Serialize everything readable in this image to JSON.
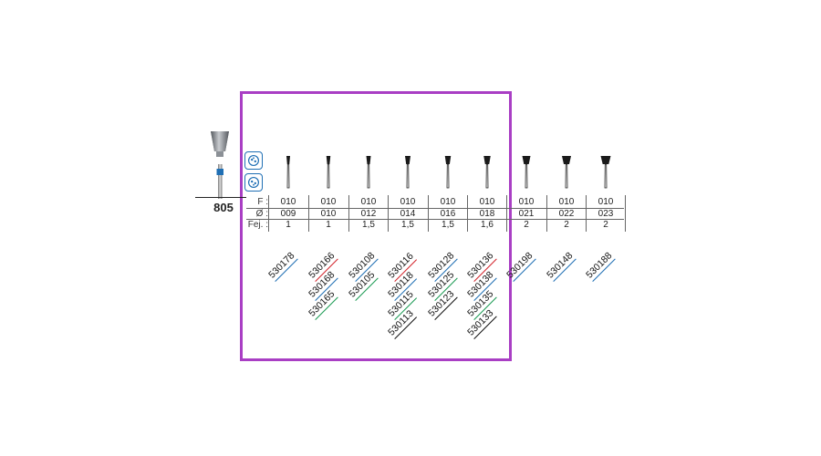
{
  "model": {
    "number": "805",
    "band_color": "#1f6fb4"
  },
  "colors": {
    "frame": "#a93ec4",
    "blue": "#1f6fb4",
    "red": "#d3232b",
    "green": "#1a9a53",
    "black": "#111111"
  },
  "grit_icons": [
    {
      "icon": "grit-type-icon"
    },
    {
      "icon": "grit-type-icon"
    }
  ],
  "table": {
    "row_labels": {
      "f": "F :",
      "diameter": "Ø :",
      "fej": "Fej. :"
    },
    "columns": [
      {
        "f": "010",
        "diameter": "009",
        "fej": "1"
      },
      {
        "f": "010",
        "diameter": "010",
        "fej": "1"
      },
      {
        "f": "010",
        "diameter": "012",
        "fej": "1,5"
      },
      {
        "f": "010",
        "diameter": "014",
        "fej": "1,5"
      },
      {
        "f": "010",
        "diameter": "016",
        "fej": "1,5"
      },
      {
        "f": "010",
        "diameter": "018",
        "fej": "1,6"
      },
      {
        "f": "010",
        "diameter": "021",
        "fej": "2"
      },
      {
        "f": "010",
        "diameter": "022",
        "fej": "2"
      },
      {
        "f": "010",
        "diameter": "023",
        "fej": "2"
      }
    ]
  },
  "codes": [
    {
      "column": 0,
      "items": [
        {
          "code": "530178",
          "color": "blue"
        }
      ]
    },
    {
      "column": 1,
      "items": [
        {
          "code": "530166",
          "color": "red"
        },
        {
          "code": "530168",
          "color": "blue"
        },
        {
          "code": "530165",
          "color": "green"
        }
      ]
    },
    {
      "column": 2,
      "items": [
        {
          "code": "530108",
          "color": "blue"
        },
        {
          "code": "530105",
          "color": "green"
        }
      ]
    },
    {
      "column": 3,
      "items": [
        {
          "code": "530116",
          "color": "red"
        },
        {
          "code": "530118",
          "color": "blue"
        },
        {
          "code": "530115",
          "color": "green"
        },
        {
          "code": "530113",
          "color": "black"
        }
      ]
    },
    {
      "column": 4,
      "items": [
        {
          "code": "530128",
          "color": "blue"
        },
        {
          "code": "530125",
          "color": "green"
        },
        {
          "code": "530123",
          "color": "black"
        }
      ]
    },
    {
      "column": 5,
      "items": [
        {
          "code": "530136",
          "color": "red"
        },
        {
          "code": "530138",
          "color": "blue"
        },
        {
          "code": "530135",
          "color": "green"
        },
        {
          "code": "530133",
          "color": "black"
        }
      ]
    },
    {
      "column": 6,
      "items": [
        {
          "code": "530198",
          "color": "blue"
        }
      ]
    },
    {
      "column": 7,
      "items": [
        {
          "code": "530148",
          "color": "blue"
        }
      ]
    },
    {
      "column": 8,
      "items": [
        {
          "code": "530188",
          "color": "blue"
        }
      ]
    }
  ]
}
